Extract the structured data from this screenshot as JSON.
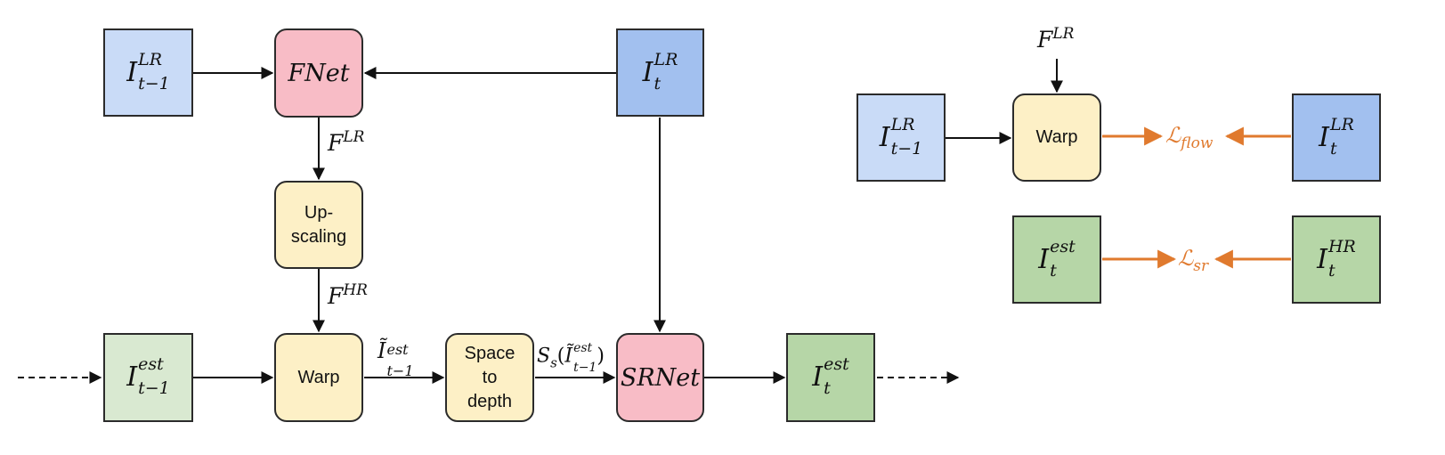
{
  "colors": {
    "light_blue": "#c9dbf7",
    "blue": "#a2c0ef",
    "pink": "#f8bcc6",
    "yellow": "#fdf0c6",
    "light_green": "#d9e9d1",
    "green": "#b6d6a7",
    "loss_orange": "#e07a2e",
    "stroke": "#2b2b2b"
  },
  "nodes": {
    "i_lr_prev": {
      "base": "I",
      "sup": "LR",
      "sub": "t−1"
    },
    "fnet": {
      "label": "FNet"
    },
    "i_lr_t": {
      "base": "I",
      "sup": "LR",
      "sub": "t"
    },
    "upscaling": {
      "line1": "Up-",
      "line2": "scaling"
    },
    "i_est_prev": {
      "base": "I",
      "sup": "est",
      "sub": "t−1"
    },
    "warp": {
      "label": "Warp"
    },
    "space_to_depth": {
      "line1": "Space",
      "line2": "to",
      "line3": "depth"
    },
    "srnet": {
      "label": "SRNet"
    },
    "i_est_t": {
      "base": "I",
      "sup": "est",
      "sub": "t"
    },
    "loss_i_lr_prev": {
      "base": "I",
      "sup": "LR",
      "sub": "t−1"
    },
    "loss_warp": {
      "label": "Warp"
    },
    "loss_i_lr_t": {
      "base": "I",
      "sup": "LR",
      "sub": "t"
    },
    "loss_i_est_t": {
      "base": "I",
      "sup": "est",
      "sub": "t"
    },
    "loss_i_hr_t": {
      "base": "I",
      "sup": "HR",
      "sub": "t"
    }
  },
  "edge_labels": {
    "f_lr": {
      "base": "F",
      "sup": "LR"
    },
    "f_hr": {
      "base": "F",
      "sup": "HR"
    },
    "warped_est": {
      "base": "Ĩ",
      "sup": "est",
      "sub": "t−1"
    },
    "s2d_out": {
      "fn": "S",
      "fn_sub": "s",
      "open": "(",
      "base": "Ĩ",
      "sup": "est",
      "sub": "t−1",
      "close": ")"
    },
    "f_lr_loss": {
      "base": "F",
      "sup": "LR"
    },
    "loss_flow": {
      "base": "ℒ",
      "sub": "flow"
    },
    "loss_sr": {
      "base": "ℒ",
      "sub": "sr"
    }
  }
}
